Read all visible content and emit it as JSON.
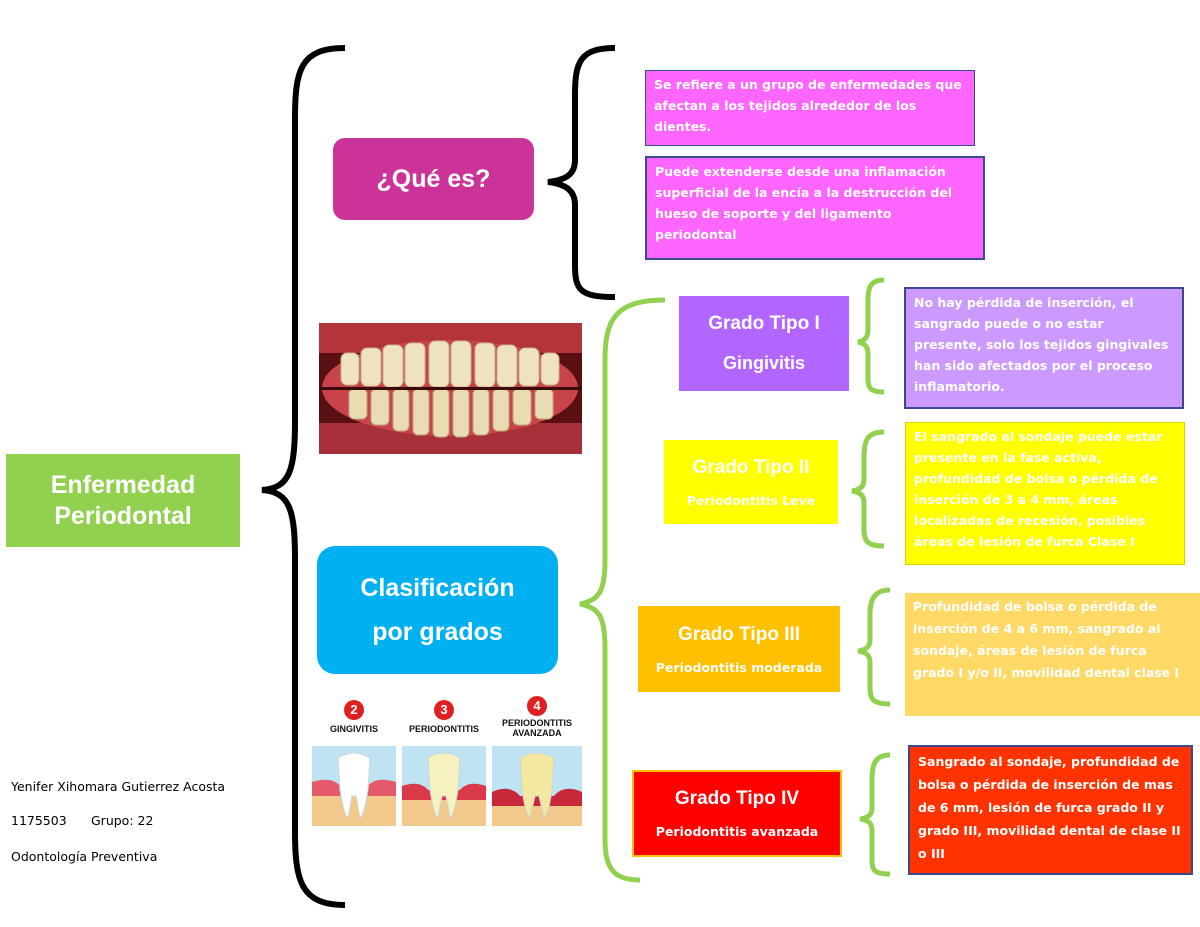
{
  "main_topic": {
    "line1": "Enfermedad",
    "line2": "Periodontal"
  },
  "que_es": {
    "title": "¿Qué es?",
    "definition_1": "Se refiere a un grupo de enfermedades que afectan a los tejidos alrededor de los dientes.",
    "definition_2": "Puede extenderse desde una inflamación superficial de la encía a la destrucción del hueso de soporte y del ligamento periodontal"
  },
  "clasificacion": {
    "line1": "Clasificación",
    "line2": "por grados"
  },
  "grades": [
    {
      "title": "Grado Tipo I",
      "subtitle": "Gingivitis",
      "description": "No hay pérdida de inserción, el sangrado puede o no estar presente, solo los tejidos gingivales han sido afectados por el proceso inflamatorio."
    },
    {
      "title": "Grado Tipo II",
      "subtitle": "Periodontitis Leve",
      "description": "El sangrado al sondaje puede estar presente en la fase activa, profundidad de bolsa o pérdida de inserción de 3 a 4 mm, áreas localizadas de recesión, posibles áreas de lesión de furca Clase I"
    },
    {
      "title": "Grado Tipo III",
      "subtitle": "Periodontitis moderada",
      "description": "Profundidad de bolsa o pérdida de inserción de 4 a 6 mm, sangrado al sondaje, áreas de lesión de furca grado I y/o II, movilidad dental clase I"
    },
    {
      "title": "Grado Tipo IV",
      "subtitle": "Periodontitis avanzada",
      "description": "Sangrado al sondaje, profundidad de bolsa o pérdida de inserción de mas de 6 mm, lesión de furca grado II y grado III, movilidad dental de clase II o III"
    }
  ],
  "illustration": {
    "stages": [
      {
        "number": "2",
        "label": "GINGIVITIS"
      },
      {
        "number": "3",
        "label": "PERIODONTITIS"
      },
      {
        "number": "4",
        "label": "PERIODONTITIS AVANZADA"
      }
    ]
  },
  "author": {
    "name": "Yenifer Xihomara Gutierrez Acosta",
    "code": "1175503",
    "group": "Grupo: 22",
    "course": "Odontología Preventiva"
  },
  "colors": {
    "main_topic": "#92d050",
    "que_es": "#cc3399",
    "definitions": "#ff66ff",
    "clasificacion": "#00b0f0",
    "grade_1": "#b266ff",
    "grade_1_desc": "#cc99ff",
    "grade_2": "#ffff00",
    "grade_3": "#ffc000",
    "grade_3_desc": "#ffd966",
    "grade_4": "#ff0000",
    "grade_4_desc": "#ff3300",
    "green_bracket": "#92d050"
  }
}
